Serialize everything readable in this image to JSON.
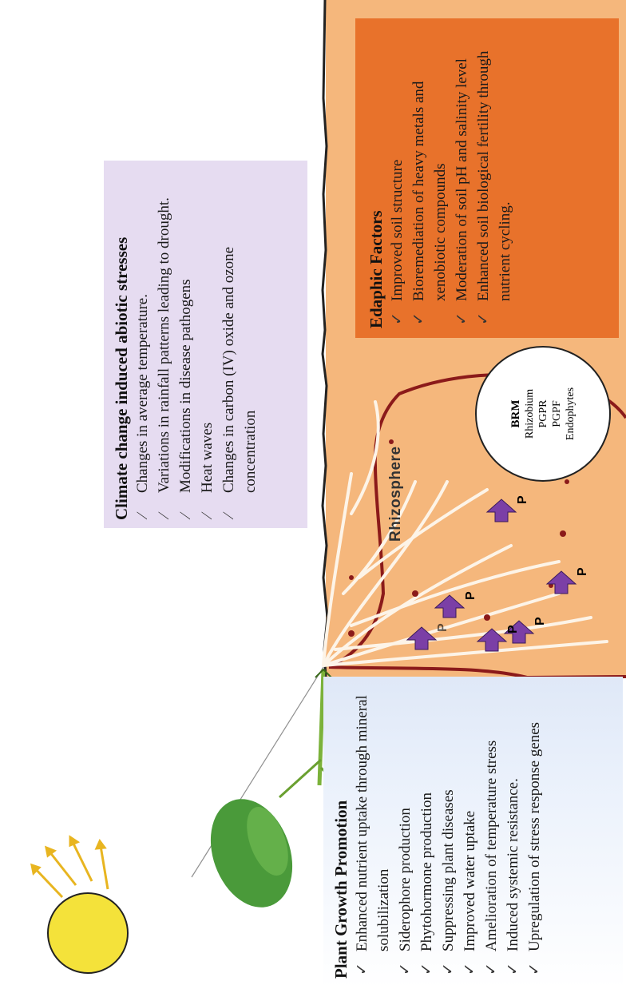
{
  "climate": {
    "title": "Climate change induced abiotic stresses",
    "items": [
      "Changes in average temperature.",
      "Variations in rainfall patterns leading to drought.",
      "Modifications in disease pathogens",
      "Heat waves",
      "Changes in carbon (IV) oxide and ozone concentration"
    ]
  },
  "edaphic": {
    "title": "Edaphic Factors",
    "items": [
      "Improved soil structure",
      "Bioremediation of heavy metals and xenobiotic compounds",
      "Moderation of soil pH and salinity level",
      "Enhanced soil biological fertility through nutrient cycling."
    ]
  },
  "growth": {
    "title": "Plant Growth Promotion",
    "items": [
      "Enhanced nutrient uptake through mineral solubilization",
      "Siderophore production",
      "Phytohormone production",
      "Suppressing plant diseases",
      "Improved water uptake",
      "Amelioration of temperature stress",
      "Induced systemic resistance.",
      "Upregulation of stress response genes"
    ]
  },
  "brm": {
    "title": "BRM",
    "items": [
      "Rhizobium",
      "PGPR",
      "PGPF",
      "Endophytes"
    ]
  },
  "rhizosphere_label": "Rhizosphere",
  "p_label": "P",
  "colors": {
    "soil": "#f5b77c",
    "edaphic_panel": "#e8722b",
    "climate_panel": "#e6dcf1",
    "growth_panel": "#dfe8f7",
    "rhizosphere_border": "#8b1a1a",
    "arrow": "#7b3fa6",
    "sun": "#f4e23a",
    "sun_rays": "#e8b520",
    "leaf": "#4a9a3a",
    "stem": "#7bb23a"
  },
  "icons": {
    "growth_bullet": "checkmark-icon",
    "edaphic_bullet": "checkmark-icon",
    "climate_bullet": "leaf-bullet-icon"
  }
}
